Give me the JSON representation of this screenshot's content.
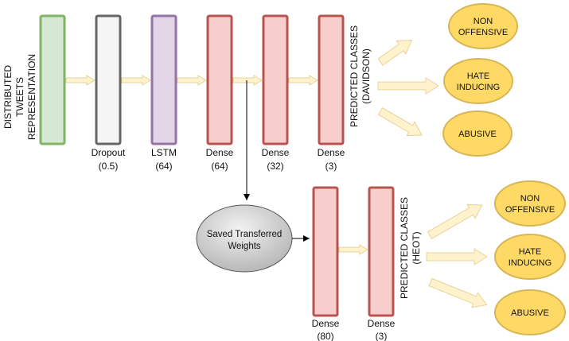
{
  "input_label": [
    "DISTRIBUTED",
    "TWEETS",
    "REPRESENTATION"
  ],
  "colors": {
    "input_fill": "#d5e8d4",
    "input_stroke": "#82b366",
    "dropout_fill": "#f5f5f5",
    "dropout_stroke": "#666666",
    "lstm_fill": "#e1d5e7",
    "lstm_stroke": "#9673a6",
    "dense_fill": "#f8cecc",
    "dense_stroke": "#b85450",
    "arrow_fill": "#fff2cc",
    "arrow_stroke": "#e6d49a",
    "class_fill": "#ffd966",
    "class_stroke": "#d6b656",
    "weights_fill": "#d3d3d3"
  },
  "top_layers": [
    {
      "id": "dropout",
      "line1": "Dropout",
      "line2": "(0.5)"
    },
    {
      "id": "lstm",
      "line1": "LSTM",
      "line2": "(64)"
    },
    {
      "id": "dense-64",
      "line1": "Dense",
      "line2": "(64)"
    },
    {
      "id": "dense-32",
      "line1": "Dense",
      "line2": "(32)"
    },
    {
      "id": "dense-3",
      "line1": "Dense",
      "line2": "(3)"
    }
  ],
  "top_predicted_label": [
    "PREDICTED CLASSES",
    "(DAVIDSON)"
  ],
  "top_classes": [
    {
      "id": "non-offensive",
      "lines": [
        "NON",
        "OFFENSIVE"
      ]
    },
    {
      "id": "hate-inducing",
      "lines": [
        "HATE",
        "INDUCING"
      ]
    },
    {
      "id": "abusive",
      "lines": [
        "ABUSIVE"
      ]
    }
  ],
  "saved_weights": [
    "Saved Transferred",
    "Weights"
  ],
  "bottom_layers": [
    {
      "id": "dense-80",
      "line1": "Dense",
      "line2": "(80)"
    },
    {
      "id": "dense-3-heot",
      "line1": "Dense",
      "line2": "(3)"
    }
  ],
  "bottom_predicted_label": [
    "PREDICTED CLASSES",
    "(HEOT)"
  ],
  "bottom_classes": [
    {
      "id": "non-offensive",
      "lines": [
        "NON",
        "OFFENSIVE"
      ]
    },
    {
      "id": "hate-inducing",
      "lines": [
        "HATE",
        "INDUCING"
      ]
    },
    {
      "id": "abusive",
      "lines": [
        "ABUSIVE"
      ]
    }
  ]
}
